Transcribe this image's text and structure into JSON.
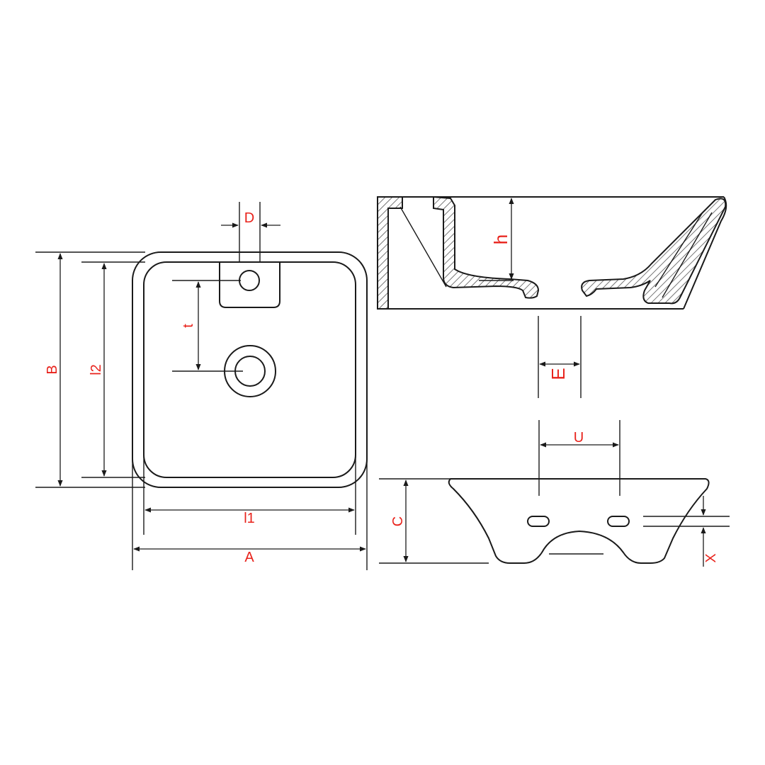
{
  "labels": {
    "A": "A",
    "B": "B",
    "C": "C",
    "D": "D",
    "E": "E",
    "h": "h",
    "t": "t",
    "U": "U",
    "X": "X",
    "l1": "l1",
    "l2": "l2"
  },
  "colors": {
    "label": "#e8221b",
    "line": "#1a1a1a",
    "hatch": "#555555"
  }
}
